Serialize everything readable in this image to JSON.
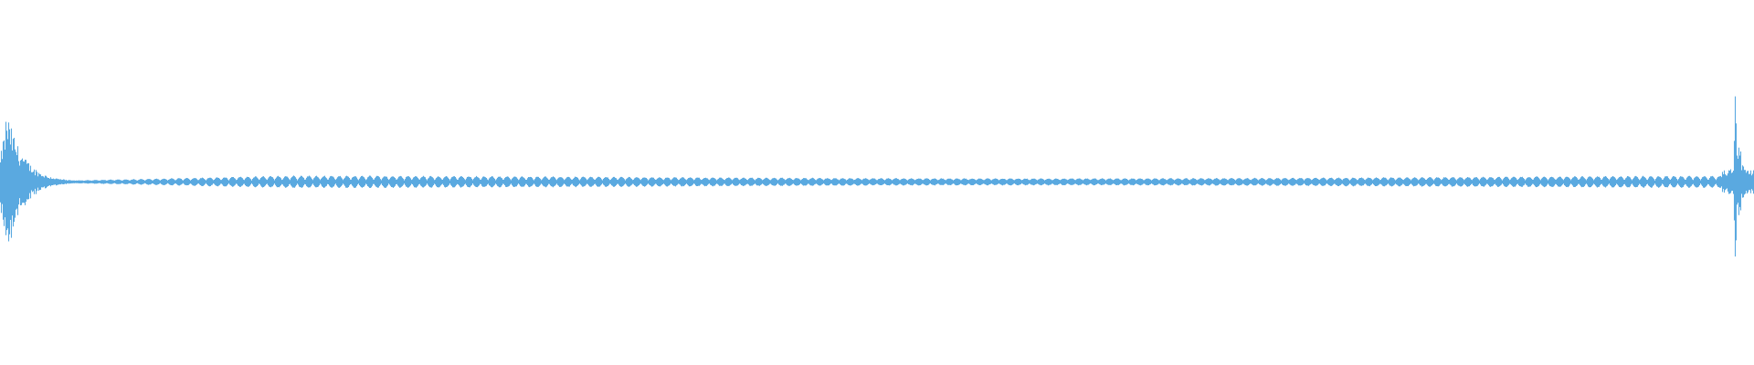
{
  "waveform": {
    "color": "#5aa9e0",
    "background": "#ffffff",
    "channels": 1,
    "amplitude_profile": {
      "start_burst_peak": 0.55,
      "end_burst_peak": 0.85,
      "sustained_level": 0.045,
      "sustained_min": 0.01,
      "ripple_cycles": 230
    }
  }
}
